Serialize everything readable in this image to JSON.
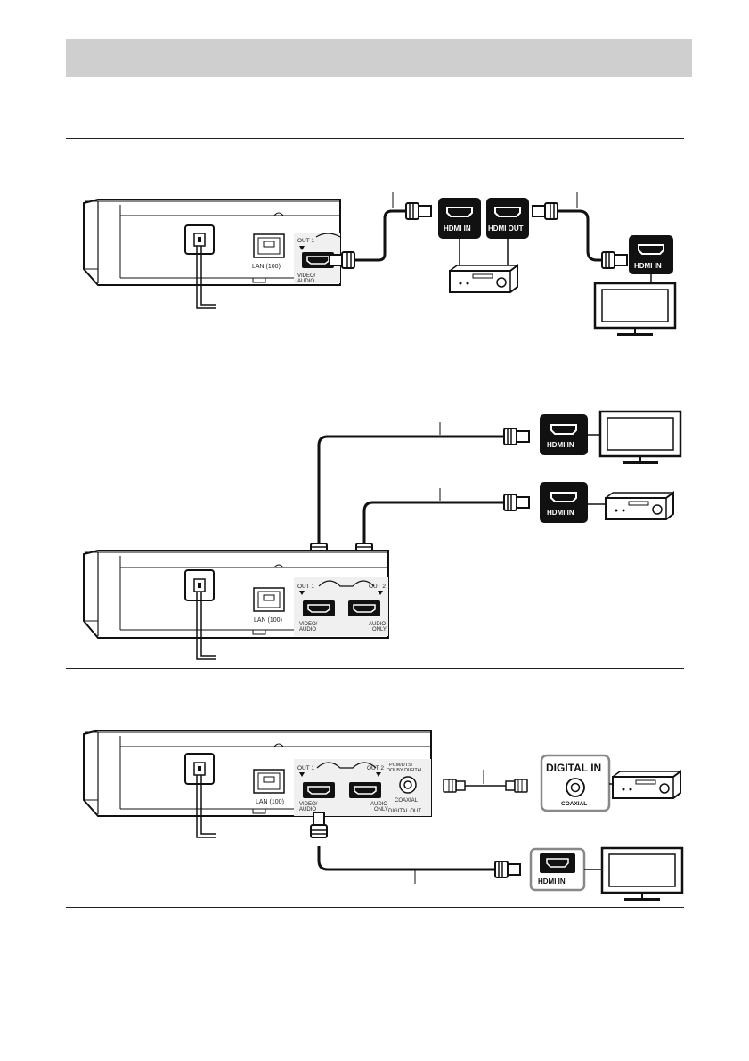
{
  "colors": {
    "header_gray": "#cfcfcf",
    "line": "#222222",
    "panel": "#f0f0f0"
  },
  "labels": {
    "hdmi_in": "HDMI IN",
    "hdmi_out": "HDMI OUT",
    "lan": "LAN (100)",
    "out1": "OUT 1",
    "out2": "OUT 2",
    "video_audio_1": "VIDEO/",
    "video_audio_2": "AUDIO",
    "audio_only_1": "AUDIO",
    "audio_only_2": "ONLY",
    "pcm_1": "PCM/DTS/",
    "pcm_2": "DOLBY DIGITAL",
    "coaxial": "COAXIAL",
    "digital_out": "DIGITAL OUT",
    "digital_in": "DIGITAL IN"
  }
}
